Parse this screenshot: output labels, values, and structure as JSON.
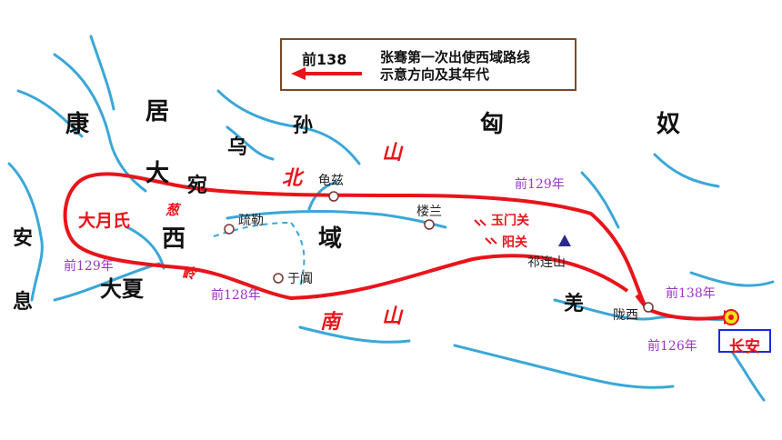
{
  "legend": {
    "year": "前138",
    "title_line1": "张骞第一次出使西域路线",
    "title_line2": "示意方向及其年代"
  },
  "regions": {
    "kangju_1": "康",
    "kangju_2": "居",
    "dawan_1": "大",
    "dawan_2": "宛",
    "xiongnu_1": "匈",
    "xiongnu_2": "奴",
    "wusun_1": "乌",
    "wusun_2": "孙",
    "anxi_1": "安",
    "anxi_2": "息",
    "daxia": "大夏",
    "xiyu_1": "西",
    "xiyu_2": "域",
    "qiang": "羌"
  },
  "mountains": {
    "beishan_1": "北",
    "beishan_2": "山",
    "nanshan_1": "南",
    "nanshan_2": "山",
    "cong_1": "葱",
    "cong_2": "岭"
  },
  "places": {
    "dayuezhi": "大月氏",
    "qiuci": "龟兹",
    "shule": "疏勒",
    "loulan": "楼兰",
    "yutian": "于阗",
    "yumenguan": "玉门关",
    "yangguan": "阳关",
    "qilianshan": "祁连山",
    "longxi": "陇西",
    "changan": "长安"
  },
  "years": {
    "y129_top": "前129年",
    "y129_left": "前129年",
    "y128": "前128年",
    "y138": "前138年",
    "y126": "前126年"
  },
  "colors": {
    "route": "#e8141b",
    "river": "#3aa7d8",
    "year_text": "#9b35c9",
    "changan_box": "#1a2be0",
    "marker": "#e8141b"
  }
}
